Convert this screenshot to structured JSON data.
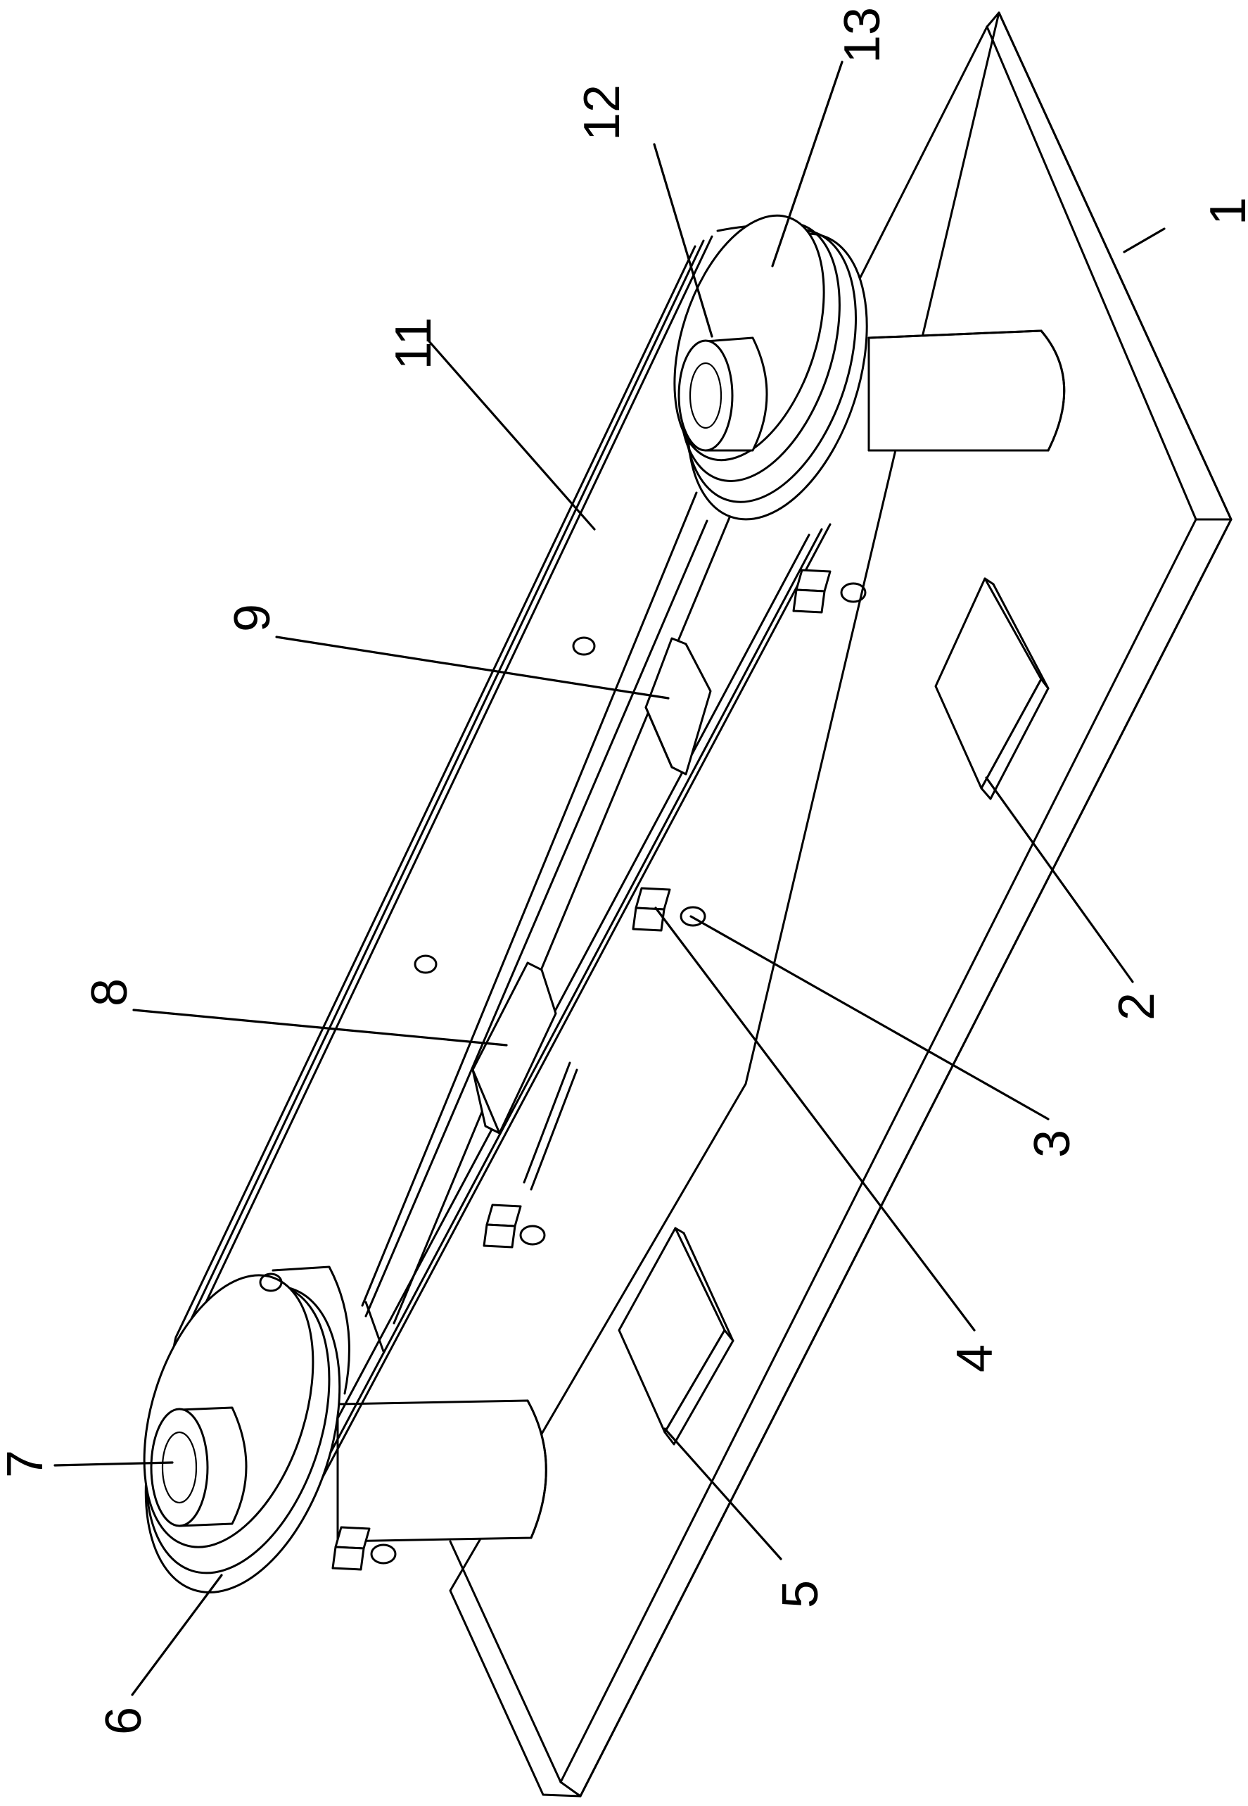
{
  "figure": {
    "labels": {
      "base_plate": "1",
      "pad_right": "2",
      "ring_mark_side": "3",
      "clip_block": "4",
      "pad_left": "5",
      "pulley_left": "6",
      "hub_left": "7",
      "plate_8": "8",
      "plate_9": "9",
      "belt": "11",
      "hub_right": "12",
      "pulley_right": "13"
    }
  }
}
